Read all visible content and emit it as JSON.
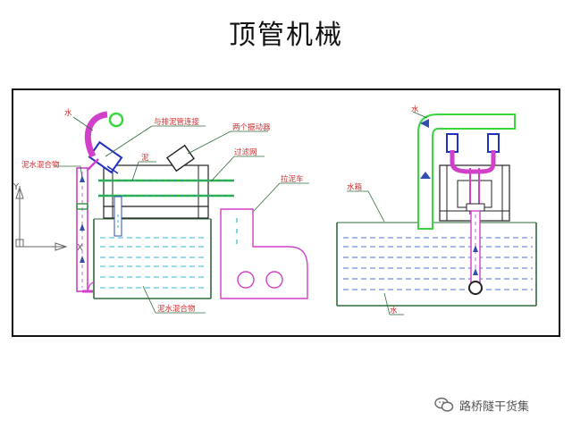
{
  "title": "顶管机械",
  "labels": {
    "water_left": "水",
    "connect_pipe": "与排泥管连接",
    "vibrators": "两个振动器",
    "mud": "泥",
    "filter": "过滤网",
    "mud_water_left": "泥水混合物",
    "mud_cart": "拉泥车",
    "mud_water_bottom": "泥水混合物",
    "water_tank": "水箱",
    "water_right_top": "水",
    "water_right_bottom": "水"
  },
  "axis": {
    "y": "Y",
    "x": "X"
  },
  "watermark": "路桥隧干货集",
  "colors": {
    "outline": "#2e6b3a",
    "pipe_magenta": "#d040c8",
    "pipe_green": "#3ad640",
    "water_cyan": "#30b8d8",
    "water_blue": "#5070d0",
    "label_red": "#d03030",
    "filter_green": "#20c040",
    "machine_blue": "#2030c0"
  }
}
